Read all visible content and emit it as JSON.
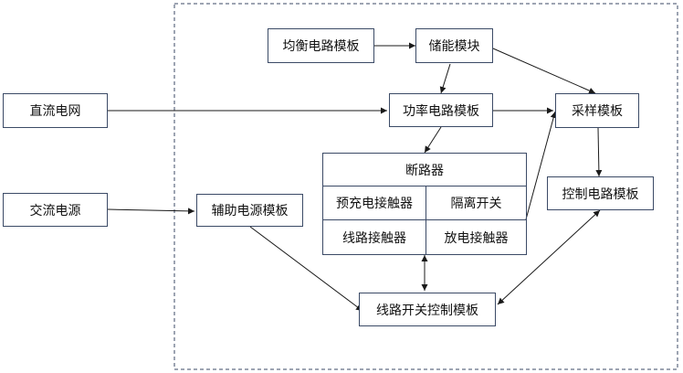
{
  "nodes": {
    "dc_grid": "直流电网",
    "ac_source": "交流电源",
    "balance_circuit": "均衡电路模板",
    "energy_storage": "储能模块",
    "power_circuit": "功率电路模板",
    "sampling": "采样模板",
    "control_circuit": "控制电路模板",
    "aux_power": "辅助电源模板",
    "line_switch_control": "线路开关控制模板",
    "breaker": {
      "title": "断路器",
      "precharge_contactor": "预充电接触器",
      "isolation_switch": "隔离开关",
      "line_contactor": "线路接触器",
      "discharge_contactor": "放电接触器"
    }
  },
  "colors": {
    "border": "#3b4a66",
    "arrow": "#1a1a1a",
    "dashed_frame": "#3b4a66",
    "text": "#111111",
    "background": "#ffffff"
  }
}
